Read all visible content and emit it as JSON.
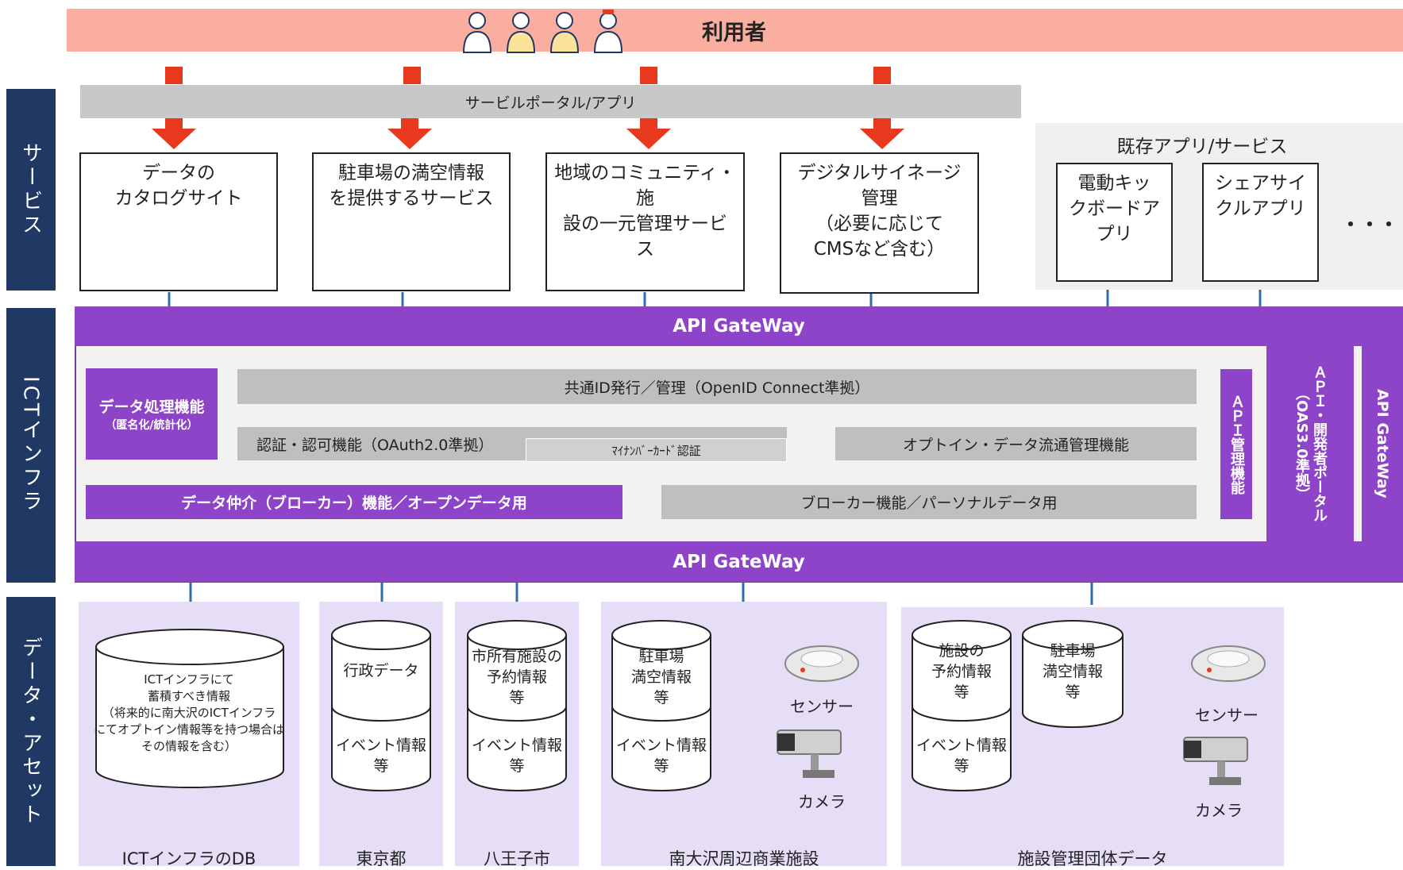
{
  "header": {
    "users_label": "利用者"
  },
  "layers": {
    "service": "サービス",
    "ict": "ICTインフラ",
    "data": "データ・アセット"
  },
  "portal": {
    "label": "サービルポータル/アプリ"
  },
  "services": [
    {
      "label": "データの\nカタログサイト"
    },
    {
      "label": "駐車場の満空情報\nを提供するサービス"
    },
    {
      "label": "地域のコミュニティ・施\n設の一元管理サービ\nス"
    },
    {
      "label": "デジタルサイネージ\n管理\n（必要に応じて\nCMSなど含む）"
    }
  ],
  "existing": {
    "title": "既存アプリ/サービス",
    "apps": [
      "電動キッ\nクボードア\nプリ",
      "シェアサイ\nクルアプリ"
    ],
    "ellipsis": "・・・"
  },
  "ict": {
    "gateway_top": "API GateWay",
    "gateway_bottom": "API GateWay",
    "data_processing_title": "データ処理機能",
    "data_processing_sub": "（匿名化/統計化）",
    "common_id": "共通ID発行／管理（OpenID Connect準拠）",
    "auth": "認証・認可機能（OAuth2.0準拠）",
    "mynumber": "ﾏｲﾅﾝﾊﾞｰｶｰﾄﾞ認証",
    "optin": "オプトイン・データ流通管理機能",
    "broker_open": "データ仲介（ブローカー）機能／オープンデータ用",
    "broker_personal": "ブローカー機能／パーソナルデータ用",
    "api_management": "ＡＰＩ管理機能",
    "api_portal": "ＡＰＩ・開発者ポータル（OAS3.0準拠）",
    "gateway_side": "API GateWay"
  },
  "assets": [
    {
      "name": "ICTインフラのDB",
      "db": "ICTインフラにて\n蓄積すべき情報\n（将来的に南大沢のICTインフラ\nにてオプトイン情報等を持つ場合は\nその情報を含む）"
    },
    {
      "name": "東京都",
      "db_top": "行政データ",
      "db_bottom": "イベント情報\n等"
    },
    {
      "name": "八王子市",
      "db_top": "市所有施設の\n予約情報\n等",
      "db_bottom": "イベント情報\n等"
    },
    {
      "name": "南大沢周辺商業施設",
      "db_top": "駐車場\n満空情報\n等",
      "db_bottom": "イベント情報\n等",
      "sensor": "センサー",
      "camera": "カメラ"
    },
    {
      "name": "施設管理団体データ",
      "db1_top": "施設の\n予約情報\n等",
      "db1_bottom": "イベント情報\n等",
      "db2": "駐車場\n満空情報\n等",
      "sensor": "センサー",
      "camera": "カメラ"
    }
  ]
}
